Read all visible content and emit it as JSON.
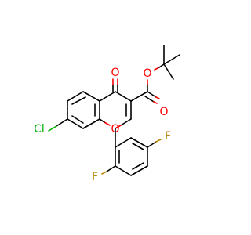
{
  "colors": {
    "background": "#ffffff",
    "carbon_bond": "#000000",
    "oxygen": "#ff0000",
    "chlorine": "#00b300",
    "fluorine": "#b8860b"
  },
  "atoms": {
    "oxygen_ketone": "O",
    "oxygen_ester_single": "O",
    "oxygen_ester_double": "O",
    "oxygen_ring": "O",
    "chlorine": "Cl",
    "fluorine_meta": "F",
    "fluorine_ortho": "F"
  }
}
